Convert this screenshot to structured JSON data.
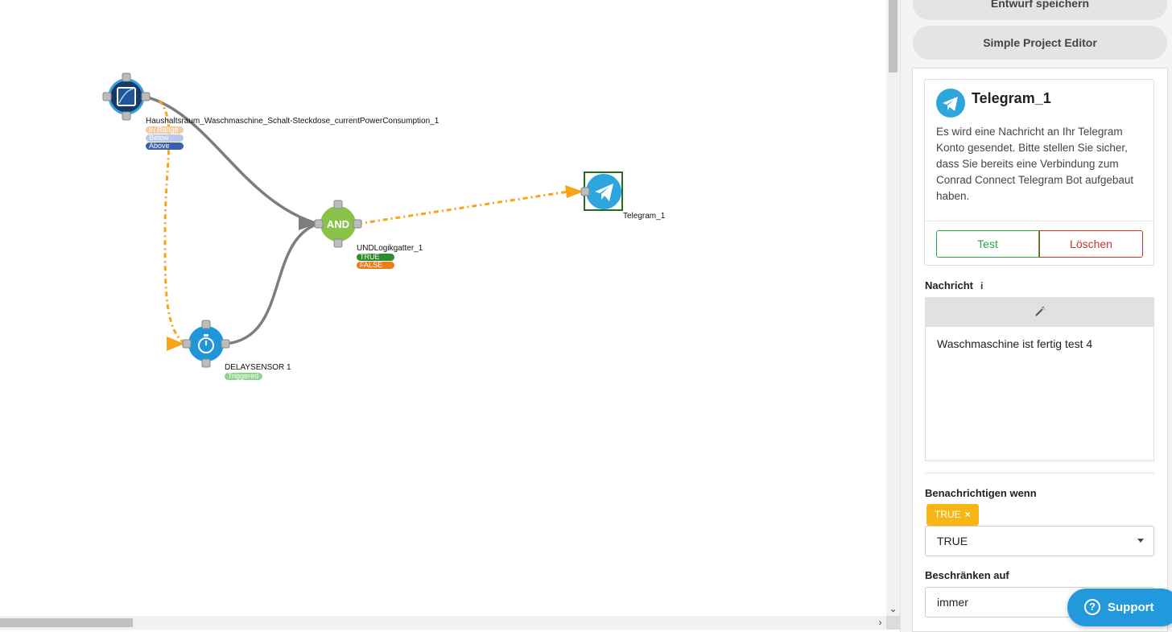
{
  "canvas": {
    "nodes": {
      "sensor": {
        "label": "Haushaltsraum_Waschmaschine_Schalt-Steckdose_currentPowerConsumption_1",
        "states": [
          "In Range",
          "Below",
          "Above"
        ],
        "state_colors": [
          "#f9c9a0",
          "#b9c8e6",
          "#3b5fa8"
        ]
      },
      "and_gate": {
        "symbol": "AND",
        "label": "UNDLogikgatter_1",
        "states": [
          "TRUE",
          "FALSE"
        ],
        "state_colors": [
          "#2e8b2e",
          "#f07a19"
        ]
      },
      "delay": {
        "label": "DELAYSENSOR 1",
        "states": [
          "Triggered"
        ],
        "state_colors": [
          "#8ed48e"
        ]
      },
      "telegram": {
        "label": "Telegram_1"
      }
    },
    "colors": {
      "connection": "#7d7d7d",
      "dashed_connection": "#f7a41c",
      "and_node": "#8bc34a",
      "delay_node": "#1f96d8",
      "telegram_node": "#2ea6dd",
      "selection_border": "#1f6f1f"
    }
  },
  "panel": {
    "top_partial_button": "Entwurf speichern",
    "simple_editor_button": "Simple Project Editor",
    "card": {
      "title": "Telegram_1",
      "description": "Es wird eine Nachricht an Ihr Telegram Konto gesendet. Bitte stellen Sie sicher, dass Sie bereits eine Verbindung zum Conrad Connect Telegram Bot aufgebaut haben.",
      "test_label": "Test",
      "delete_label": "Löschen"
    },
    "message": {
      "label": "Nachricht",
      "info_icon": "i",
      "value": "Waschmaschine ist fertig test 4"
    },
    "notify": {
      "label": "Benachrichtigen wenn",
      "tag": "TRUE",
      "tag_remove": "×",
      "selected": "TRUE"
    },
    "limit": {
      "label": "Beschränken auf",
      "value": "immer"
    }
  },
  "support": {
    "icon": "?",
    "label": "Support"
  }
}
